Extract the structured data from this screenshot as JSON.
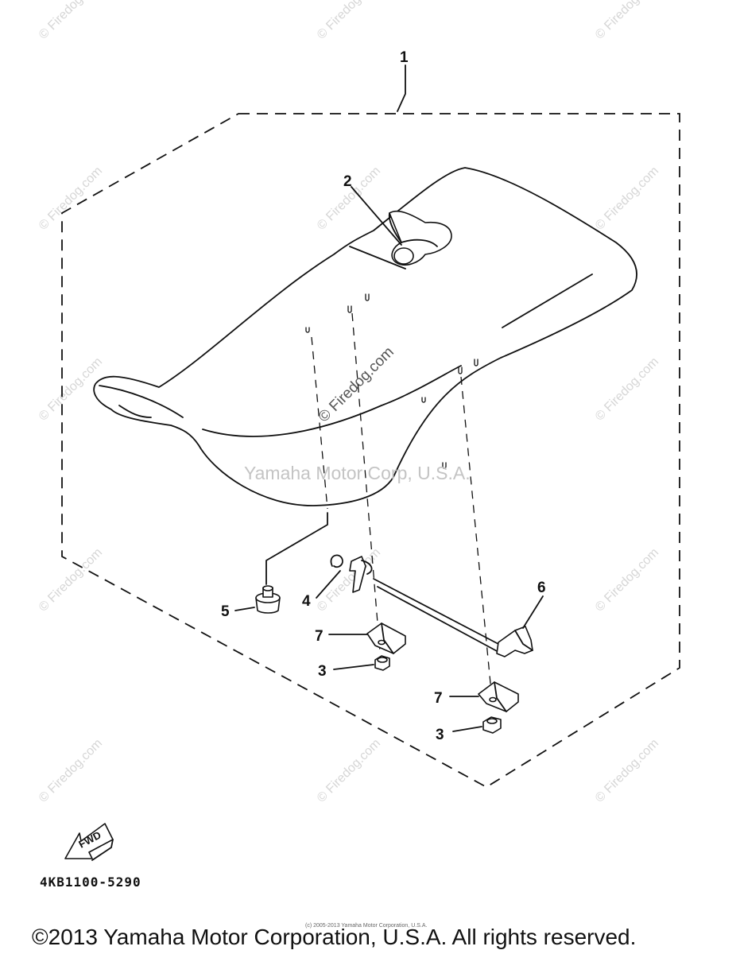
{
  "diagram": {
    "callouts": {
      "c1": "1",
      "c2": "2",
      "c3a": "3",
      "c3b": "3",
      "c4": "4",
      "c5": "5",
      "c6": "6",
      "c7a": "7",
      "c7b": "7"
    },
    "watermark_tile": "© Firedog.com",
    "watermark_center": "© Firedog.com",
    "watermark_overlay": "Yamaha Motor Corp, U.S.A.",
    "fwd_label": "FWD",
    "part_code": "4KB1100-5290",
    "small_copyright": "(c) 2005-2013 Yamaha Motor Corporation, U.S.A.",
    "copyright": "©2013 Yamaha Motor Corporation, U.S.A. All rights reserved."
  }
}
